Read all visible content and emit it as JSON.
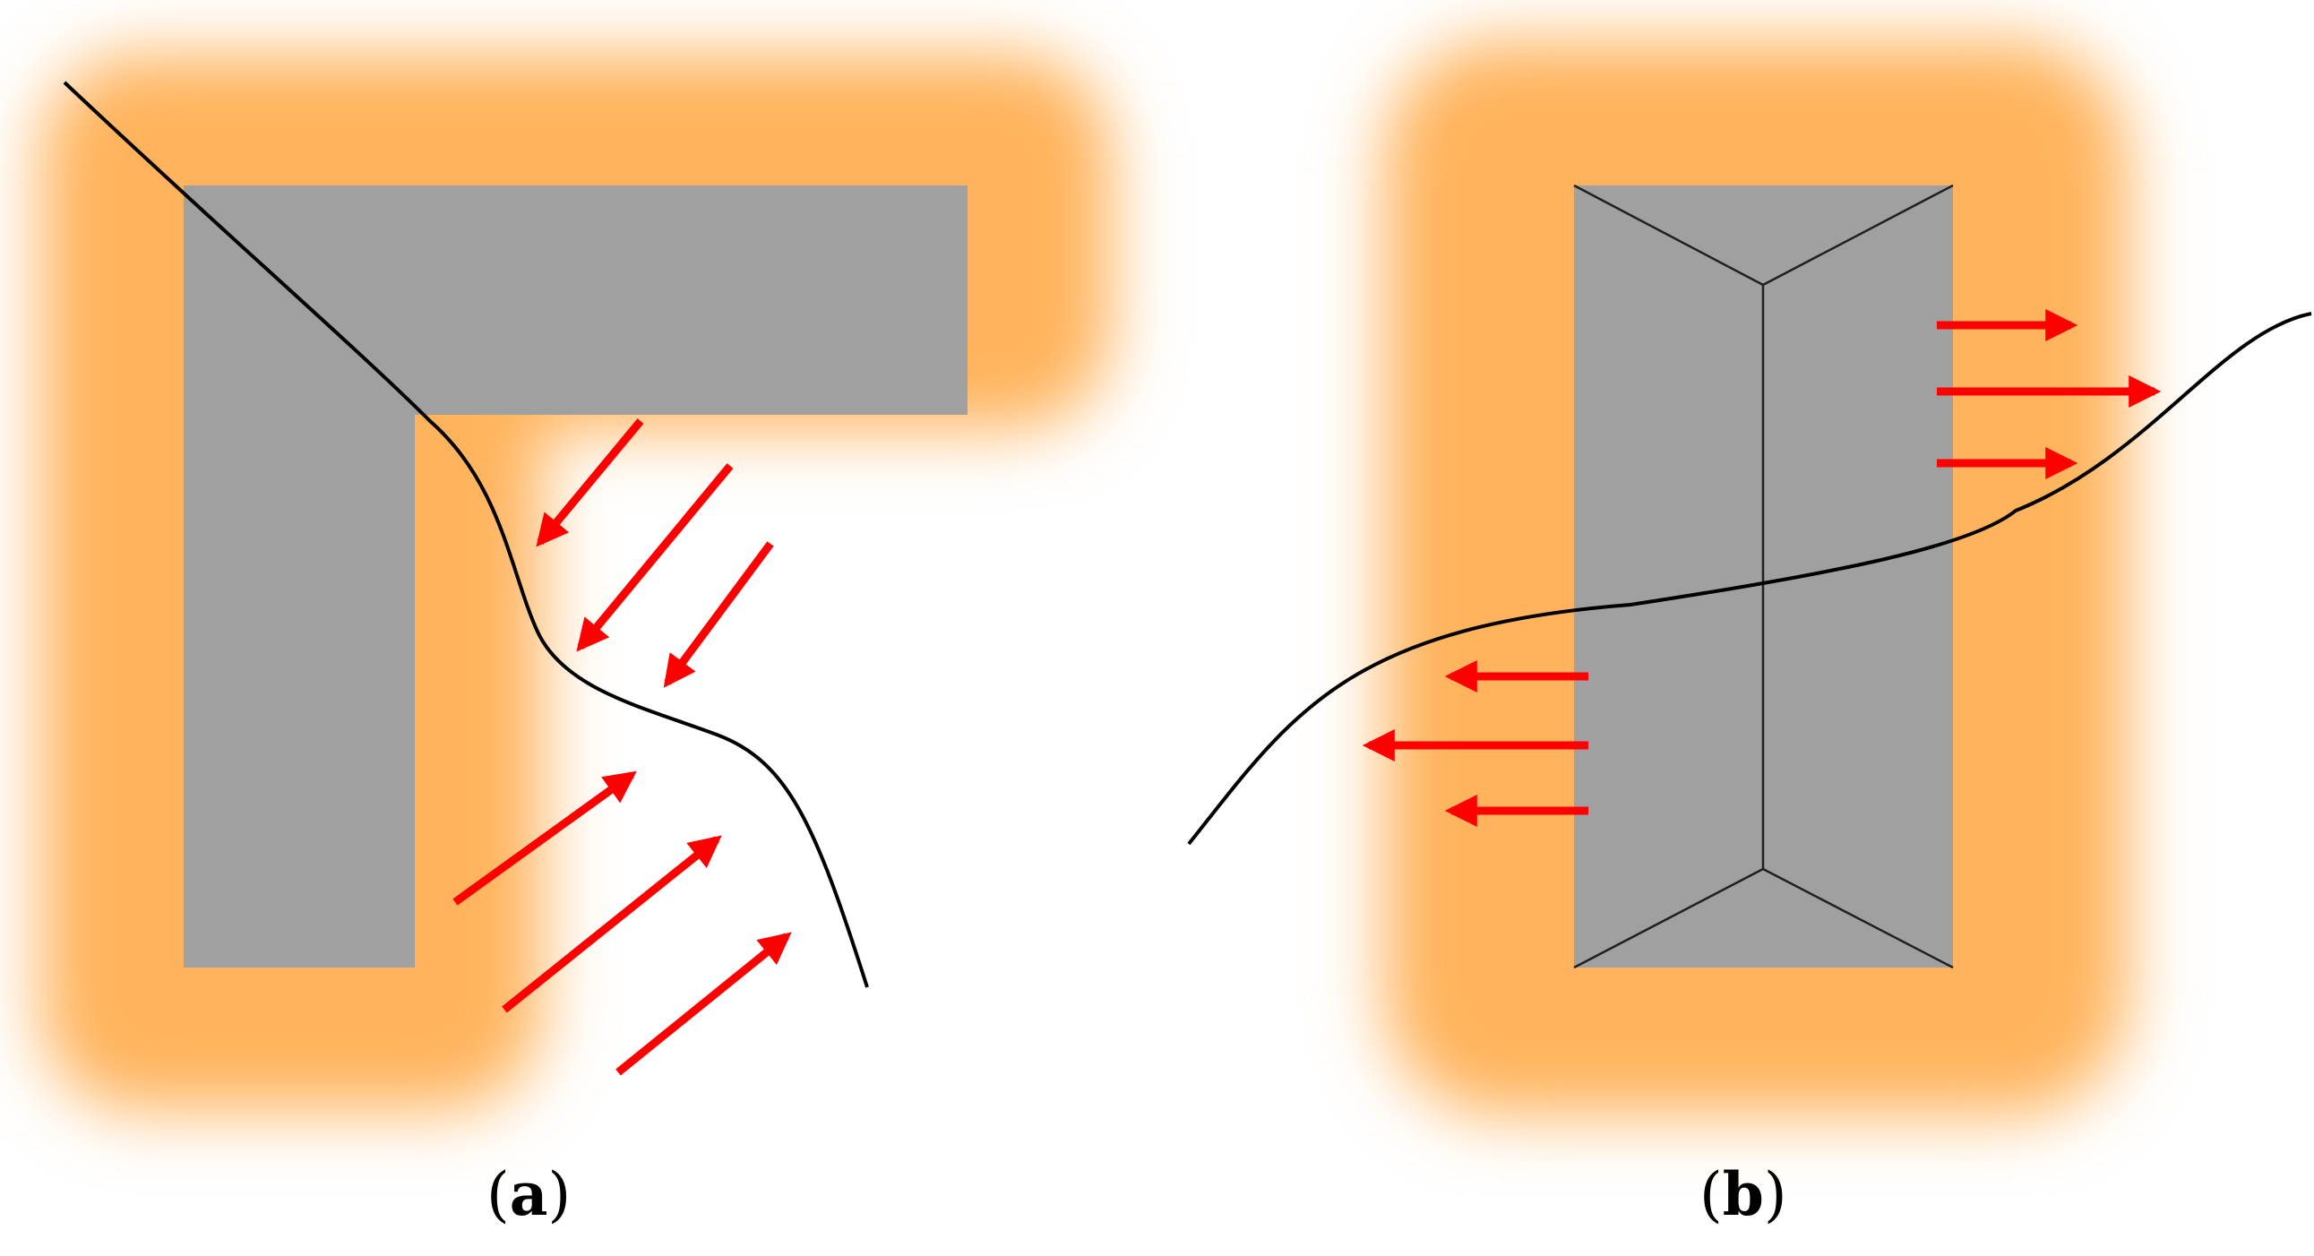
{
  "panels": [
    {
      "id": "a",
      "caption_open": "(",
      "caption_letter": "a",
      "caption_close": ")"
    },
    {
      "id": "b",
      "caption_open": "(",
      "caption_letter": "b",
      "caption_close": ")"
    }
  ],
  "colors": {
    "building": "#a0a0a0",
    "glow": "#ffb35c",
    "arrow": "#ff0000",
    "curve": "#000000",
    "background": "#ffffff"
  }
}
